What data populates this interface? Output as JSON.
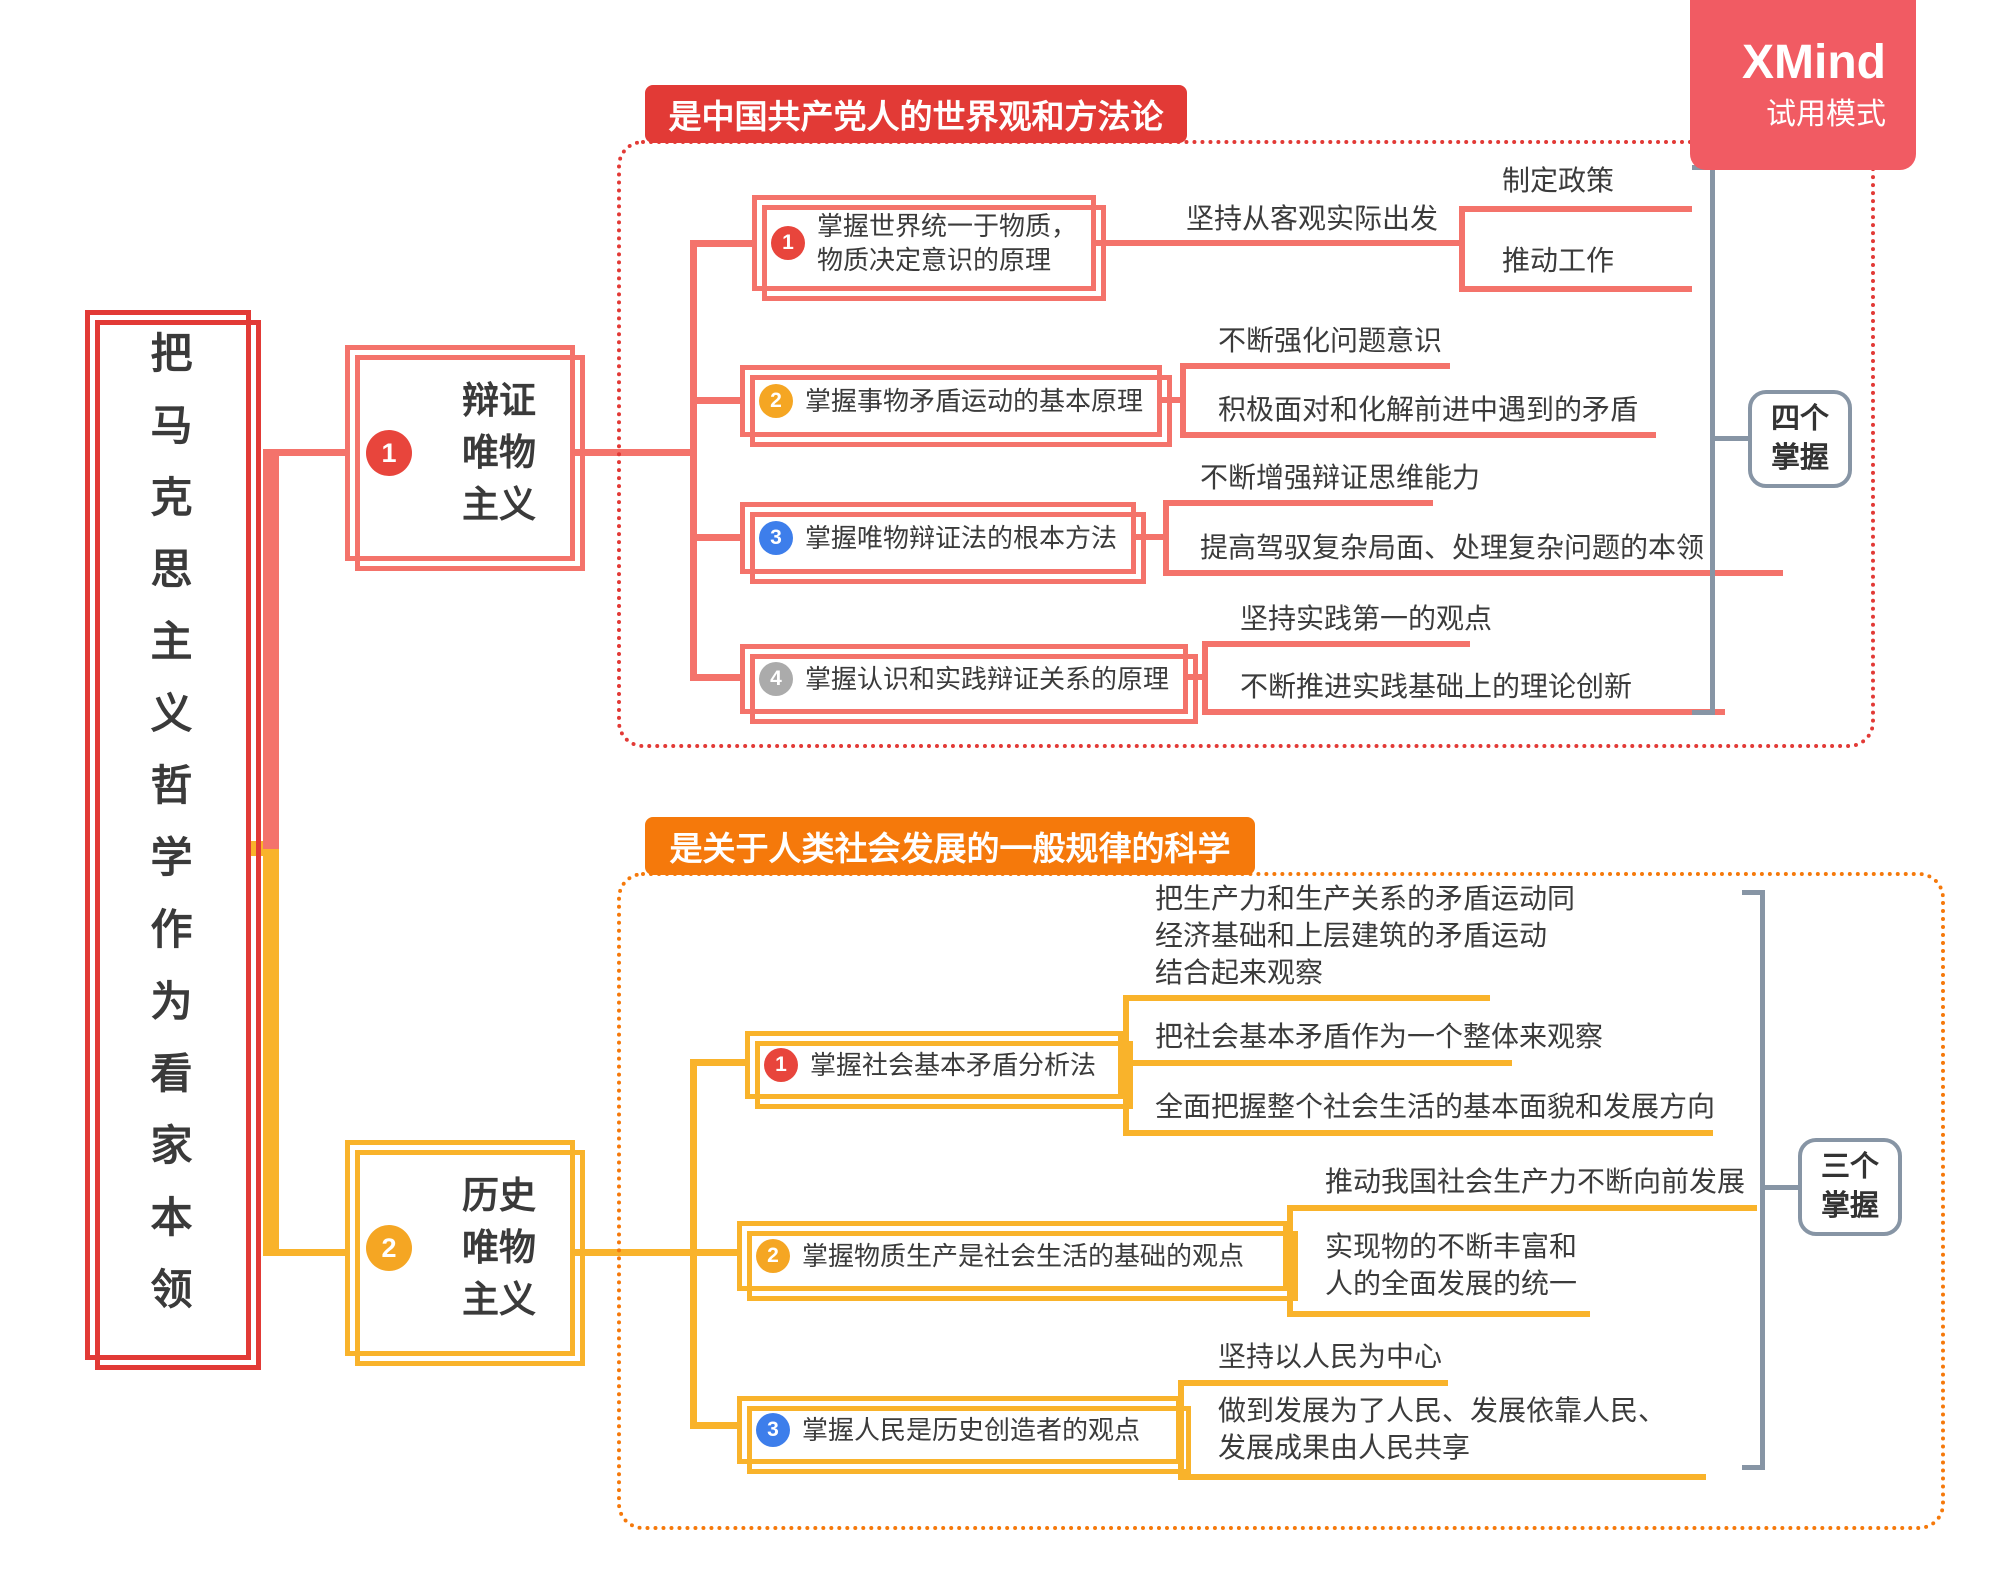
{
  "badge": {
    "brand": "XMind",
    "mode": "试用模式"
  },
  "root": {
    "title": "把马克思主义哲学作为看家本领"
  },
  "colors": {
    "red": "#e23a36",
    "salmon": "#f4736b",
    "yellow": "#f9b32b",
    "orange": "#f5790b",
    "summary_gray": "#8795a5"
  },
  "branch1": {
    "number": "1",
    "title": "辩证\n唯物\n主义",
    "header": "是中国共产党人的世界观和方法论",
    "summary": "四个\n掌握",
    "topics": [
      {
        "number": "1",
        "text": "掌握世界统一于物质，\n物质决定意识的原理"
      },
      {
        "number": "2",
        "text": "掌握事物矛盾运动的基本原理"
      },
      {
        "number": "3",
        "text": "掌握唯物辩证法的根本方法"
      },
      {
        "number": "4",
        "text": "掌握认识和实践辩证关系的原理"
      }
    ],
    "topic1_child": "坚持从客观实际出发",
    "topic1_leaves": [
      "制定政策",
      "推动工作"
    ],
    "topic2_leaves": [
      "不断强化问题意识",
      "积极面对和化解前进中遇到的矛盾"
    ],
    "topic3_leaves": [
      "不断增强辩证思维能力",
      "提高驾驭复杂局面、处理复杂问题的本领"
    ],
    "topic4_leaves": [
      "坚持实践第一的观点",
      "不断推进实践基础上的理论创新"
    ]
  },
  "branch2": {
    "number": "2",
    "title": "历史\n唯物\n主义",
    "header": "是关于人类社会发展的一般规律的科学",
    "summary": "三个\n掌握",
    "topics": [
      {
        "number": "1",
        "text": "掌握社会基本矛盾分析法"
      },
      {
        "number": "2",
        "text": "掌握物质生产是社会生活的基础的观点"
      },
      {
        "number": "3",
        "text": "掌握人民是历史创造者的观点"
      }
    ],
    "topic1_leaves": [
      "把生产力和生产关系的矛盾运动同\n经济基础和上层建筑的矛盾运动\n结合起来观察",
      "把社会基本矛盾作为一个整体来观察",
      "全面把握整个社会生活的基本面貌和发展方向"
    ],
    "topic2_leaves": [
      "推动我国社会生产力不断向前发展",
      "实现物的不断丰富和\n人的全面发展的统一"
    ],
    "topic3_leaves": [
      "坚持以人民为中心",
      "做到发展为了人民、发展依靠人民、\n发展成果由人民共享"
    ]
  }
}
